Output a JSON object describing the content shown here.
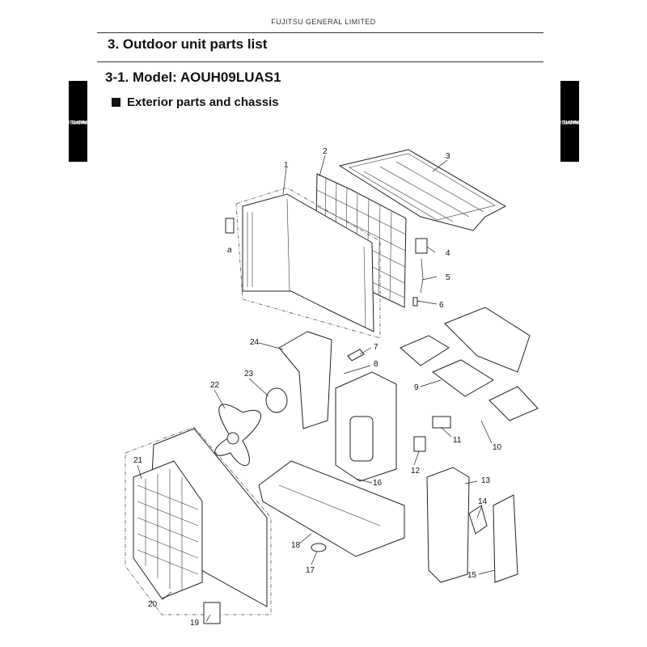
{
  "header": {
    "company": "FUJITSU GENERAL LIMITED"
  },
  "section_title": "3. Outdoor unit parts list",
  "model_title": "3-1. Model: AOUH09LUAS1",
  "subsection_title": "Exterior parts and chassis",
  "side_tab": {
    "line1": "TECHNICAL DATA",
    "line2": "AND PARTS LIST"
  },
  "diagram": {
    "callouts": [
      "1",
      "2",
      "3",
      "4",
      "5",
      "6",
      "7",
      "8",
      "9",
      "10",
      "11",
      "12",
      "13",
      "14",
      "15",
      "16",
      "17",
      "18",
      "19",
      "20",
      "21",
      "22",
      "23",
      "24"
    ],
    "sub_label_a": "a"
  }
}
